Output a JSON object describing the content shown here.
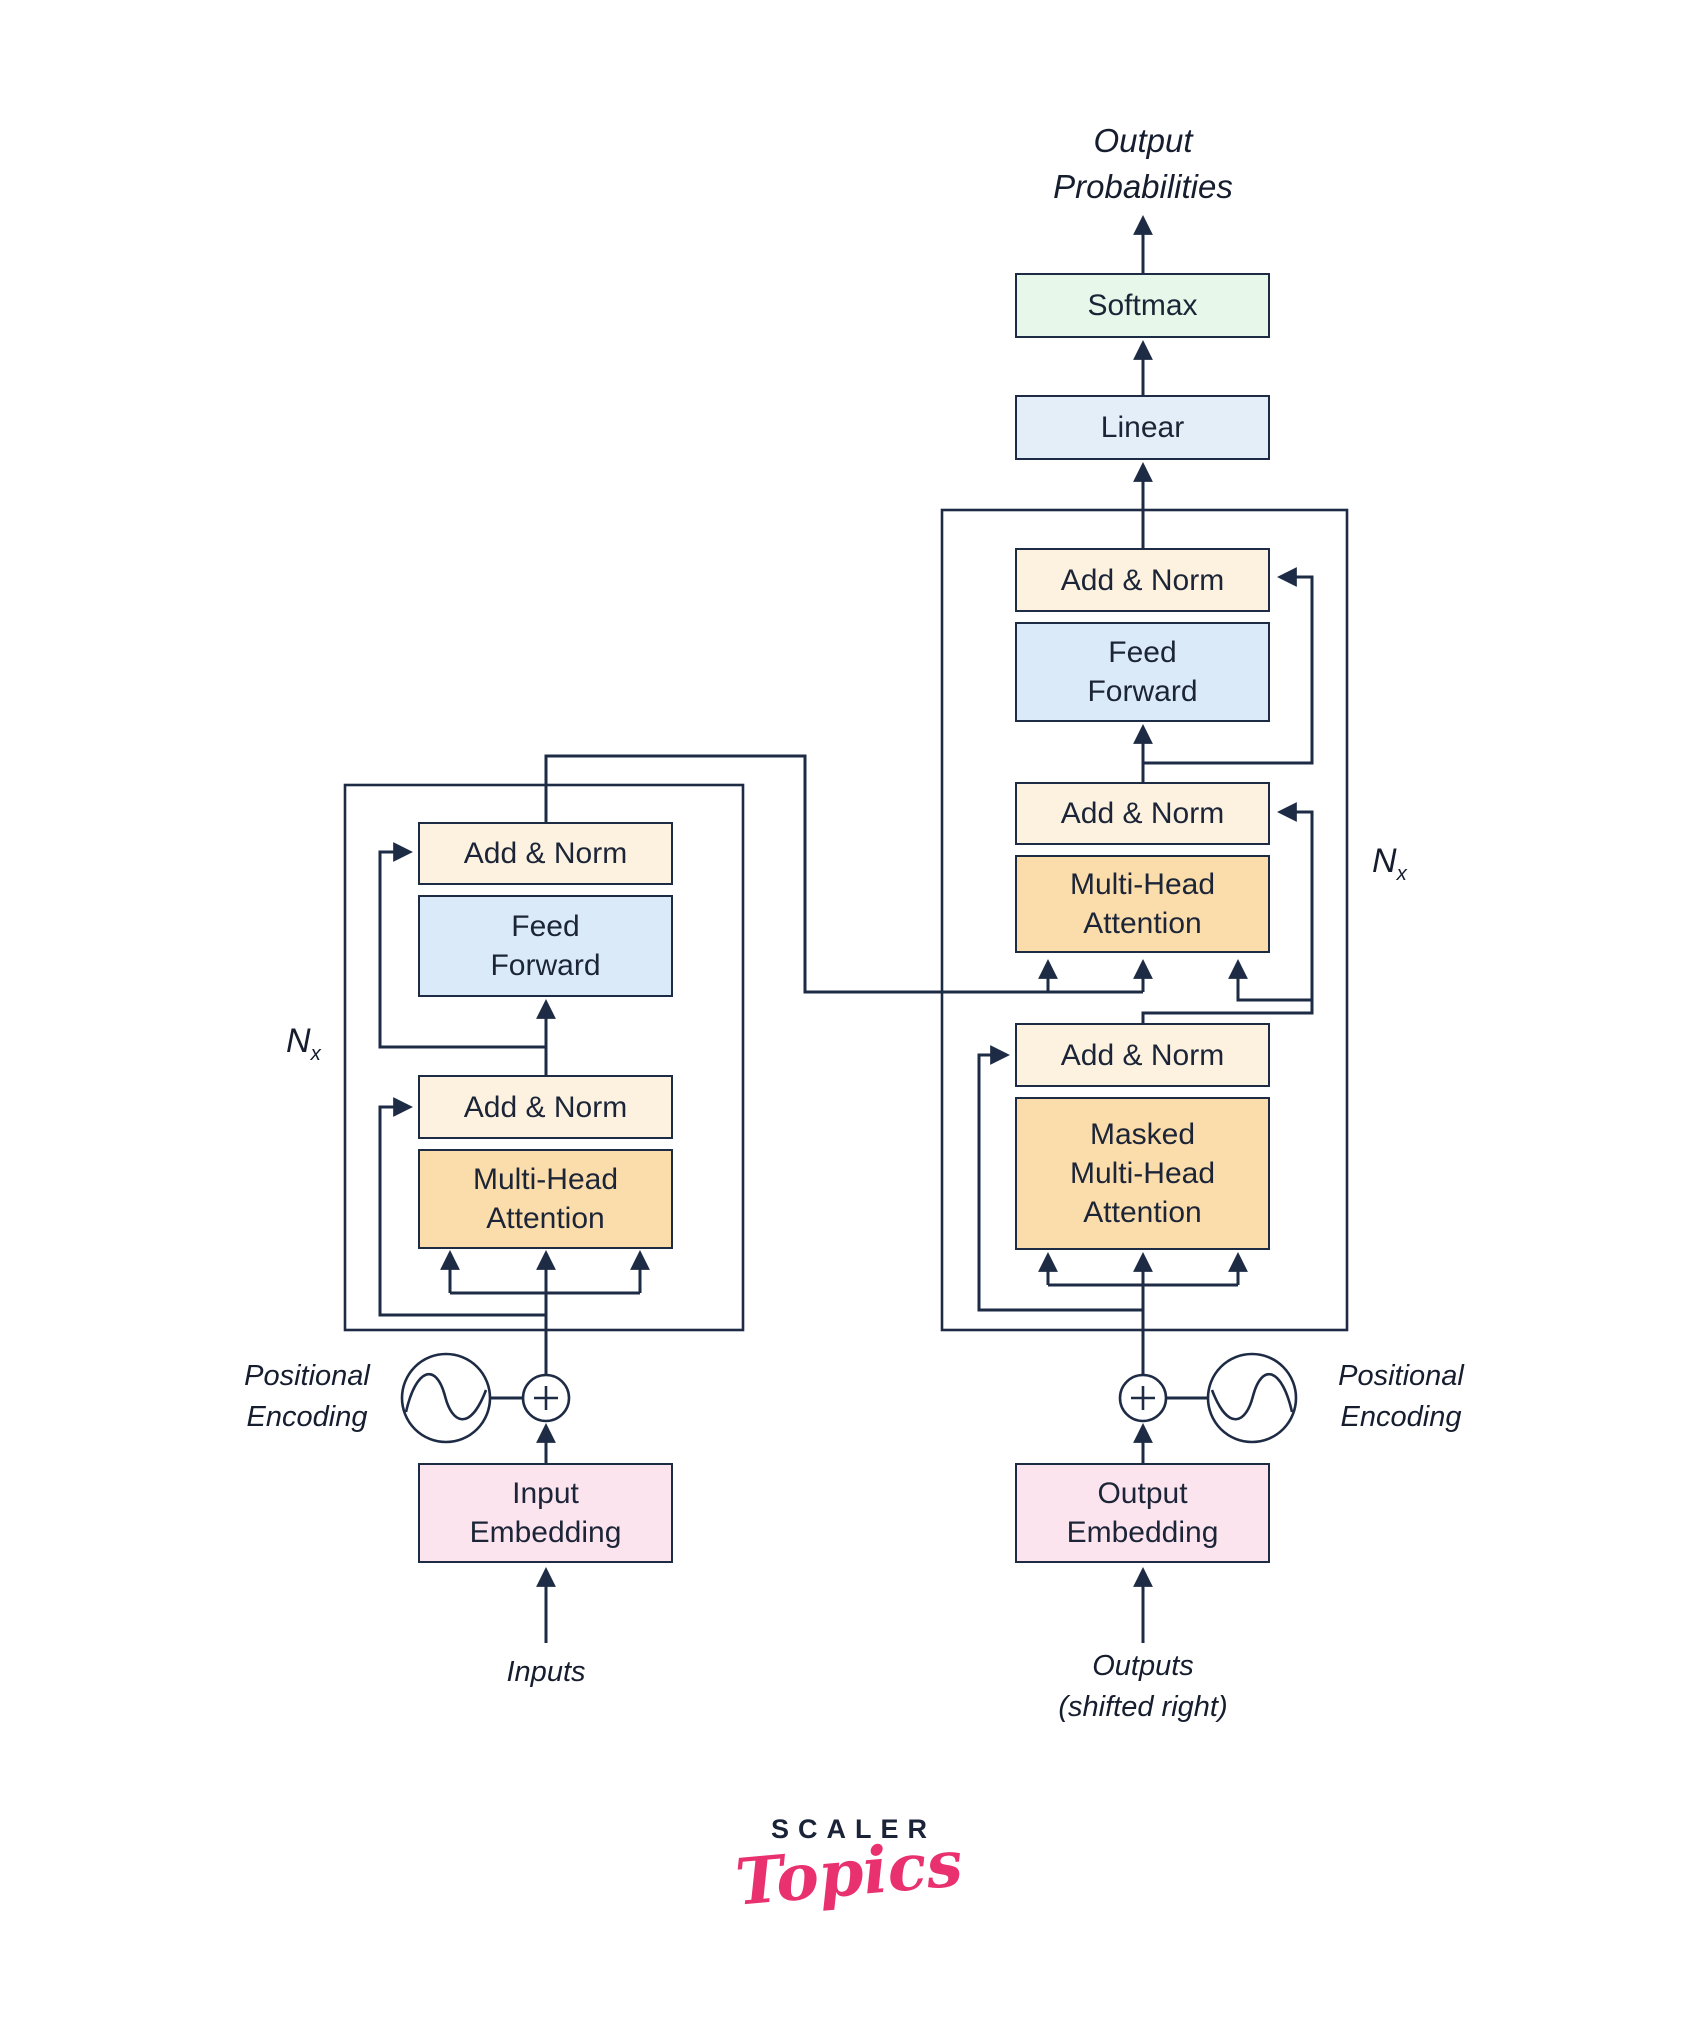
{
  "diagram": {
    "title_top": "Output\nProbabilities",
    "boxes": {
      "softmax": "Softmax",
      "linear": "Linear",
      "add_norm": "Add & Norm",
      "feed_forward": "Feed\nForward",
      "multi_head_attention": "Multi-Head\nAttention",
      "masked_multi_head_attention": "Masked\nMulti-Head\nAttention",
      "input_embedding": "Input\nEmbedding",
      "output_embedding": "Output\nEmbedding"
    },
    "labels": {
      "positional_encoding": "Positional\nEncoding",
      "inputs": "Inputs",
      "outputs": "Outputs\n(shifted right)",
      "n": "N",
      "n_sub": "x"
    },
    "colors": {
      "line": "#1e2b45",
      "add_norm_fill": "#fdf2e0",
      "attention_fill": "#fbdcab",
      "feed_forward_fill": "#daeaf8",
      "linear_fill": "#e3eef9",
      "softmax_fill": "#e7f7e9",
      "embedding_fill": "#fce4ef",
      "logo_navy": "#1b2338",
      "logo_pink": "#e8316e"
    }
  },
  "logo": {
    "brand": "SCALER",
    "sub": "Topics"
  }
}
